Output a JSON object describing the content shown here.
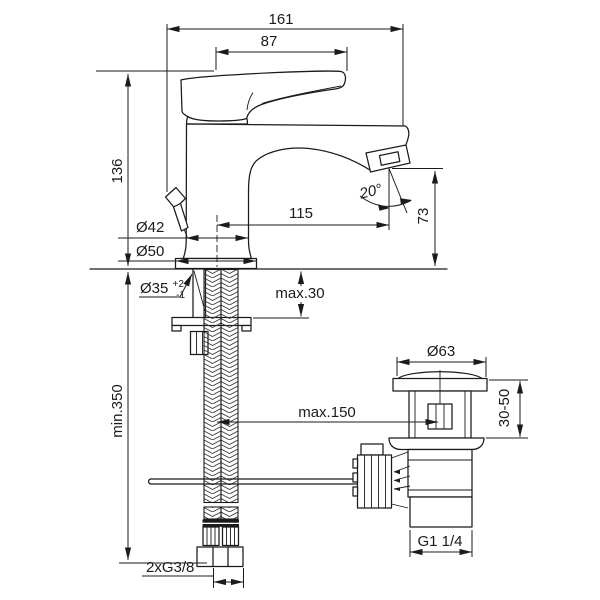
{
  "drawing": {
    "kind": "basin-mixer-technical-drawing",
    "colors": {
      "line": "#1b1b1b",
      "background": "#ffffff"
    },
    "dimensions": {
      "overall_width": "161",
      "handle_projection": "87",
      "overall_height": "136",
      "body_diameter": "Ø42",
      "base_diameter": "Ø50",
      "spout_reach": "115",
      "spray_angle": "20°",
      "spout_height": "73",
      "hole_diameter": "Ø35",
      "hole_tolerance_plus": "+2",
      "hole_tolerance_minus": "-1",
      "deck_thickness_max": "max.30",
      "hose_length_min": "min.350",
      "drain_distance_max": "max.150",
      "waste_flange_diameter": "Ø63",
      "clamping_range": "30-50",
      "waste_outlet_thread": "G1 1/4",
      "supply_connections": "2xG3/8"
    }
  }
}
